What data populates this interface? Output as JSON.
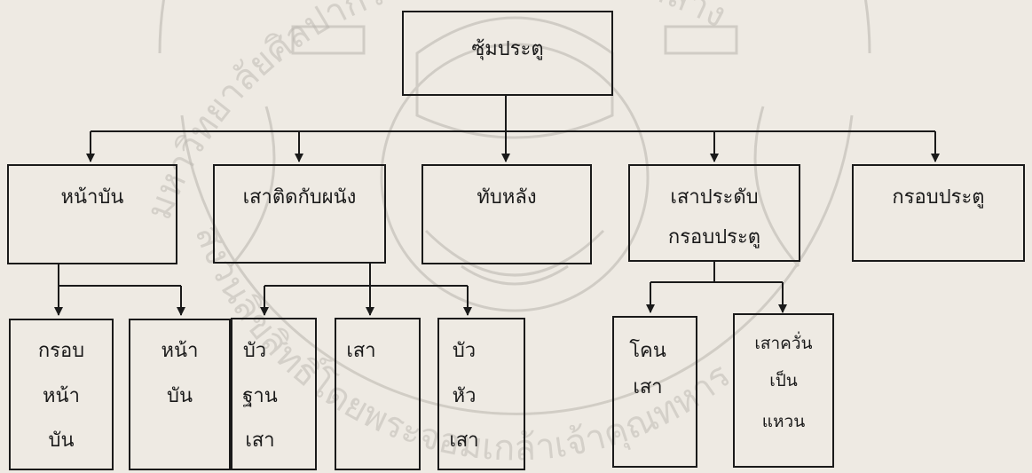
{
  "diagram": {
    "root": {
      "id": "root",
      "label": "ซุ้มประตู"
    },
    "level1": [
      {
        "id": "n1",
        "lines": [
          "หน้าบัน"
        ]
      },
      {
        "id": "n2",
        "lines": [
          "เสาติดกับผนัง"
        ]
      },
      {
        "id": "n3",
        "lines": [
          "ทับหลัง"
        ]
      },
      {
        "id": "n4",
        "lines": [
          "เสาประดับ",
          "กรอบประตู"
        ]
      },
      {
        "id": "n5",
        "lines": [
          "กรอบประตู"
        ]
      }
    ],
    "level2": [
      {
        "id": "c1",
        "parent": "n1",
        "lines": [
          "กรอบ",
          "หน้า",
          "บัน"
        ]
      },
      {
        "id": "c2",
        "parent": "n1",
        "lines": [
          "หน้า",
          "บัน"
        ]
      },
      {
        "id": "c3",
        "parent": "n2",
        "lines": [
          "บัว",
          "ฐาน",
          "เสา"
        ]
      },
      {
        "id": "c4",
        "parent": "n2",
        "lines": [
          "เสา"
        ]
      },
      {
        "id": "c5",
        "parent": "n2",
        "lines": [
          "บัว",
          "หัว",
          "เสา"
        ]
      },
      {
        "id": "c6",
        "parent": "n4",
        "lines": [
          "โคน",
          "เสา"
        ]
      },
      {
        "id": "c7",
        "parent": "n4",
        "lines": [
          "เสาควั่น",
          "เป็น",
          "แหวน"
        ]
      }
    ],
    "watermark": {
      "arc_top_left": "มหาวิทยาลัยศิลปากร",
      "arc_top_right": "หอสมุดกลาง",
      "arc_bottom": "สงวนลิขสิทธิ์โดยพระจอมเกล้าเจ้าคุณทหาร"
    }
  }
}
